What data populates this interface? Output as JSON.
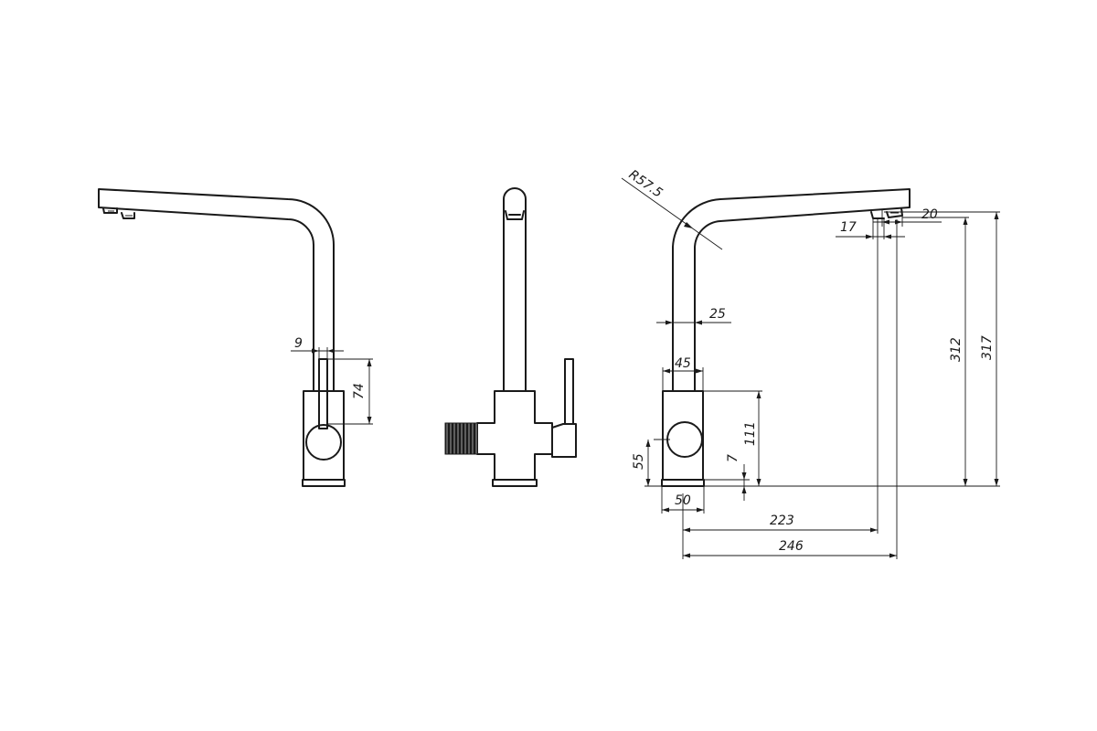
{
  "dimensions": {
    "left": {
      "stem_width": "9",
      "lever_height": "74"
    },
    "right": {
      "radius": "R57.5",
      "spout_width": "25",
      "body_width_top": "45",
      "handle_center": "55",
      "body_height": "111",
      "base_height": "7",
      "base_width": "50",
      "reach_short": "223",
      "reach_long": "246",
      "aerator_17": "17",
      "aerator_20": "20",
      "height_312": "312",
      "height_317": "317"
    }
  }
}
